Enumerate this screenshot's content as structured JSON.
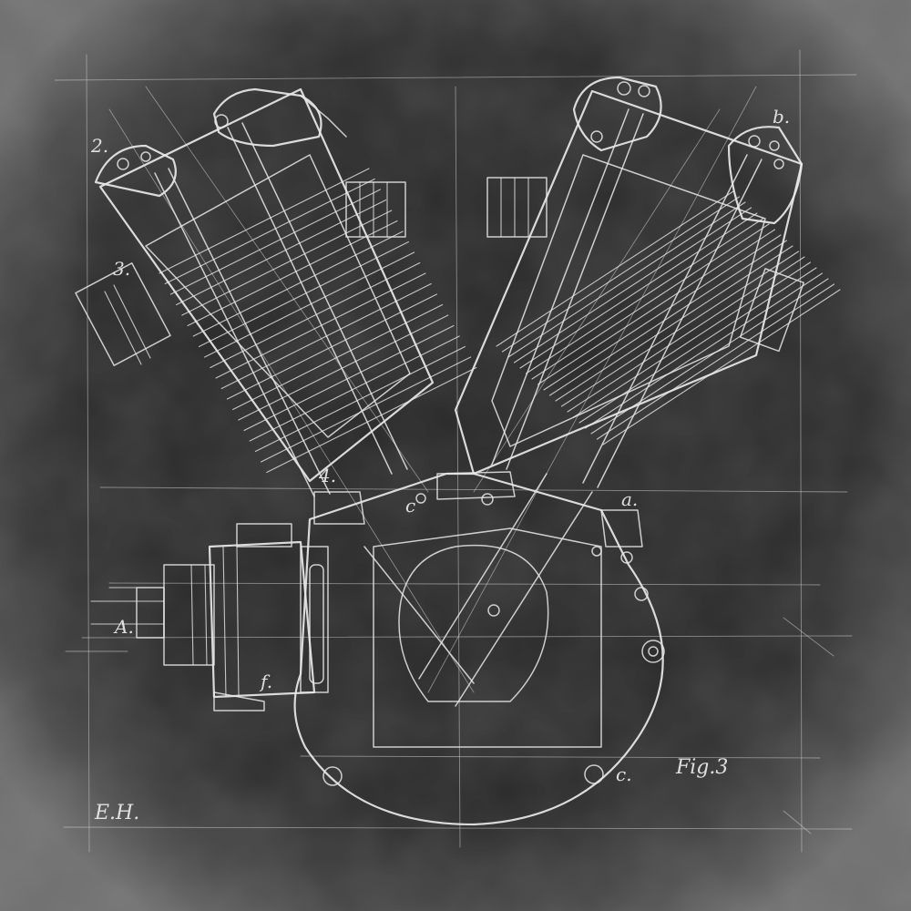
{
  "colors": {
    "paper": "#2a2a2a",
    "edge": "#6e6e6e",
    "chalk": "#e8e8e8"
  },
  "labels": {
    "fig": "Fig.3",
    "signature": "E.H.",
    "num_2": "2.",
    "num_3": "3.",
    "num_4": "4.",
    "letter_b": "b.",
    "letter_a_lower": "a.",
    "letter_A_upper": "A.",
    "letter_f": "f.",
    "letter_c_center": "c",
    "letter_c_bottom": "c."
  }
}
